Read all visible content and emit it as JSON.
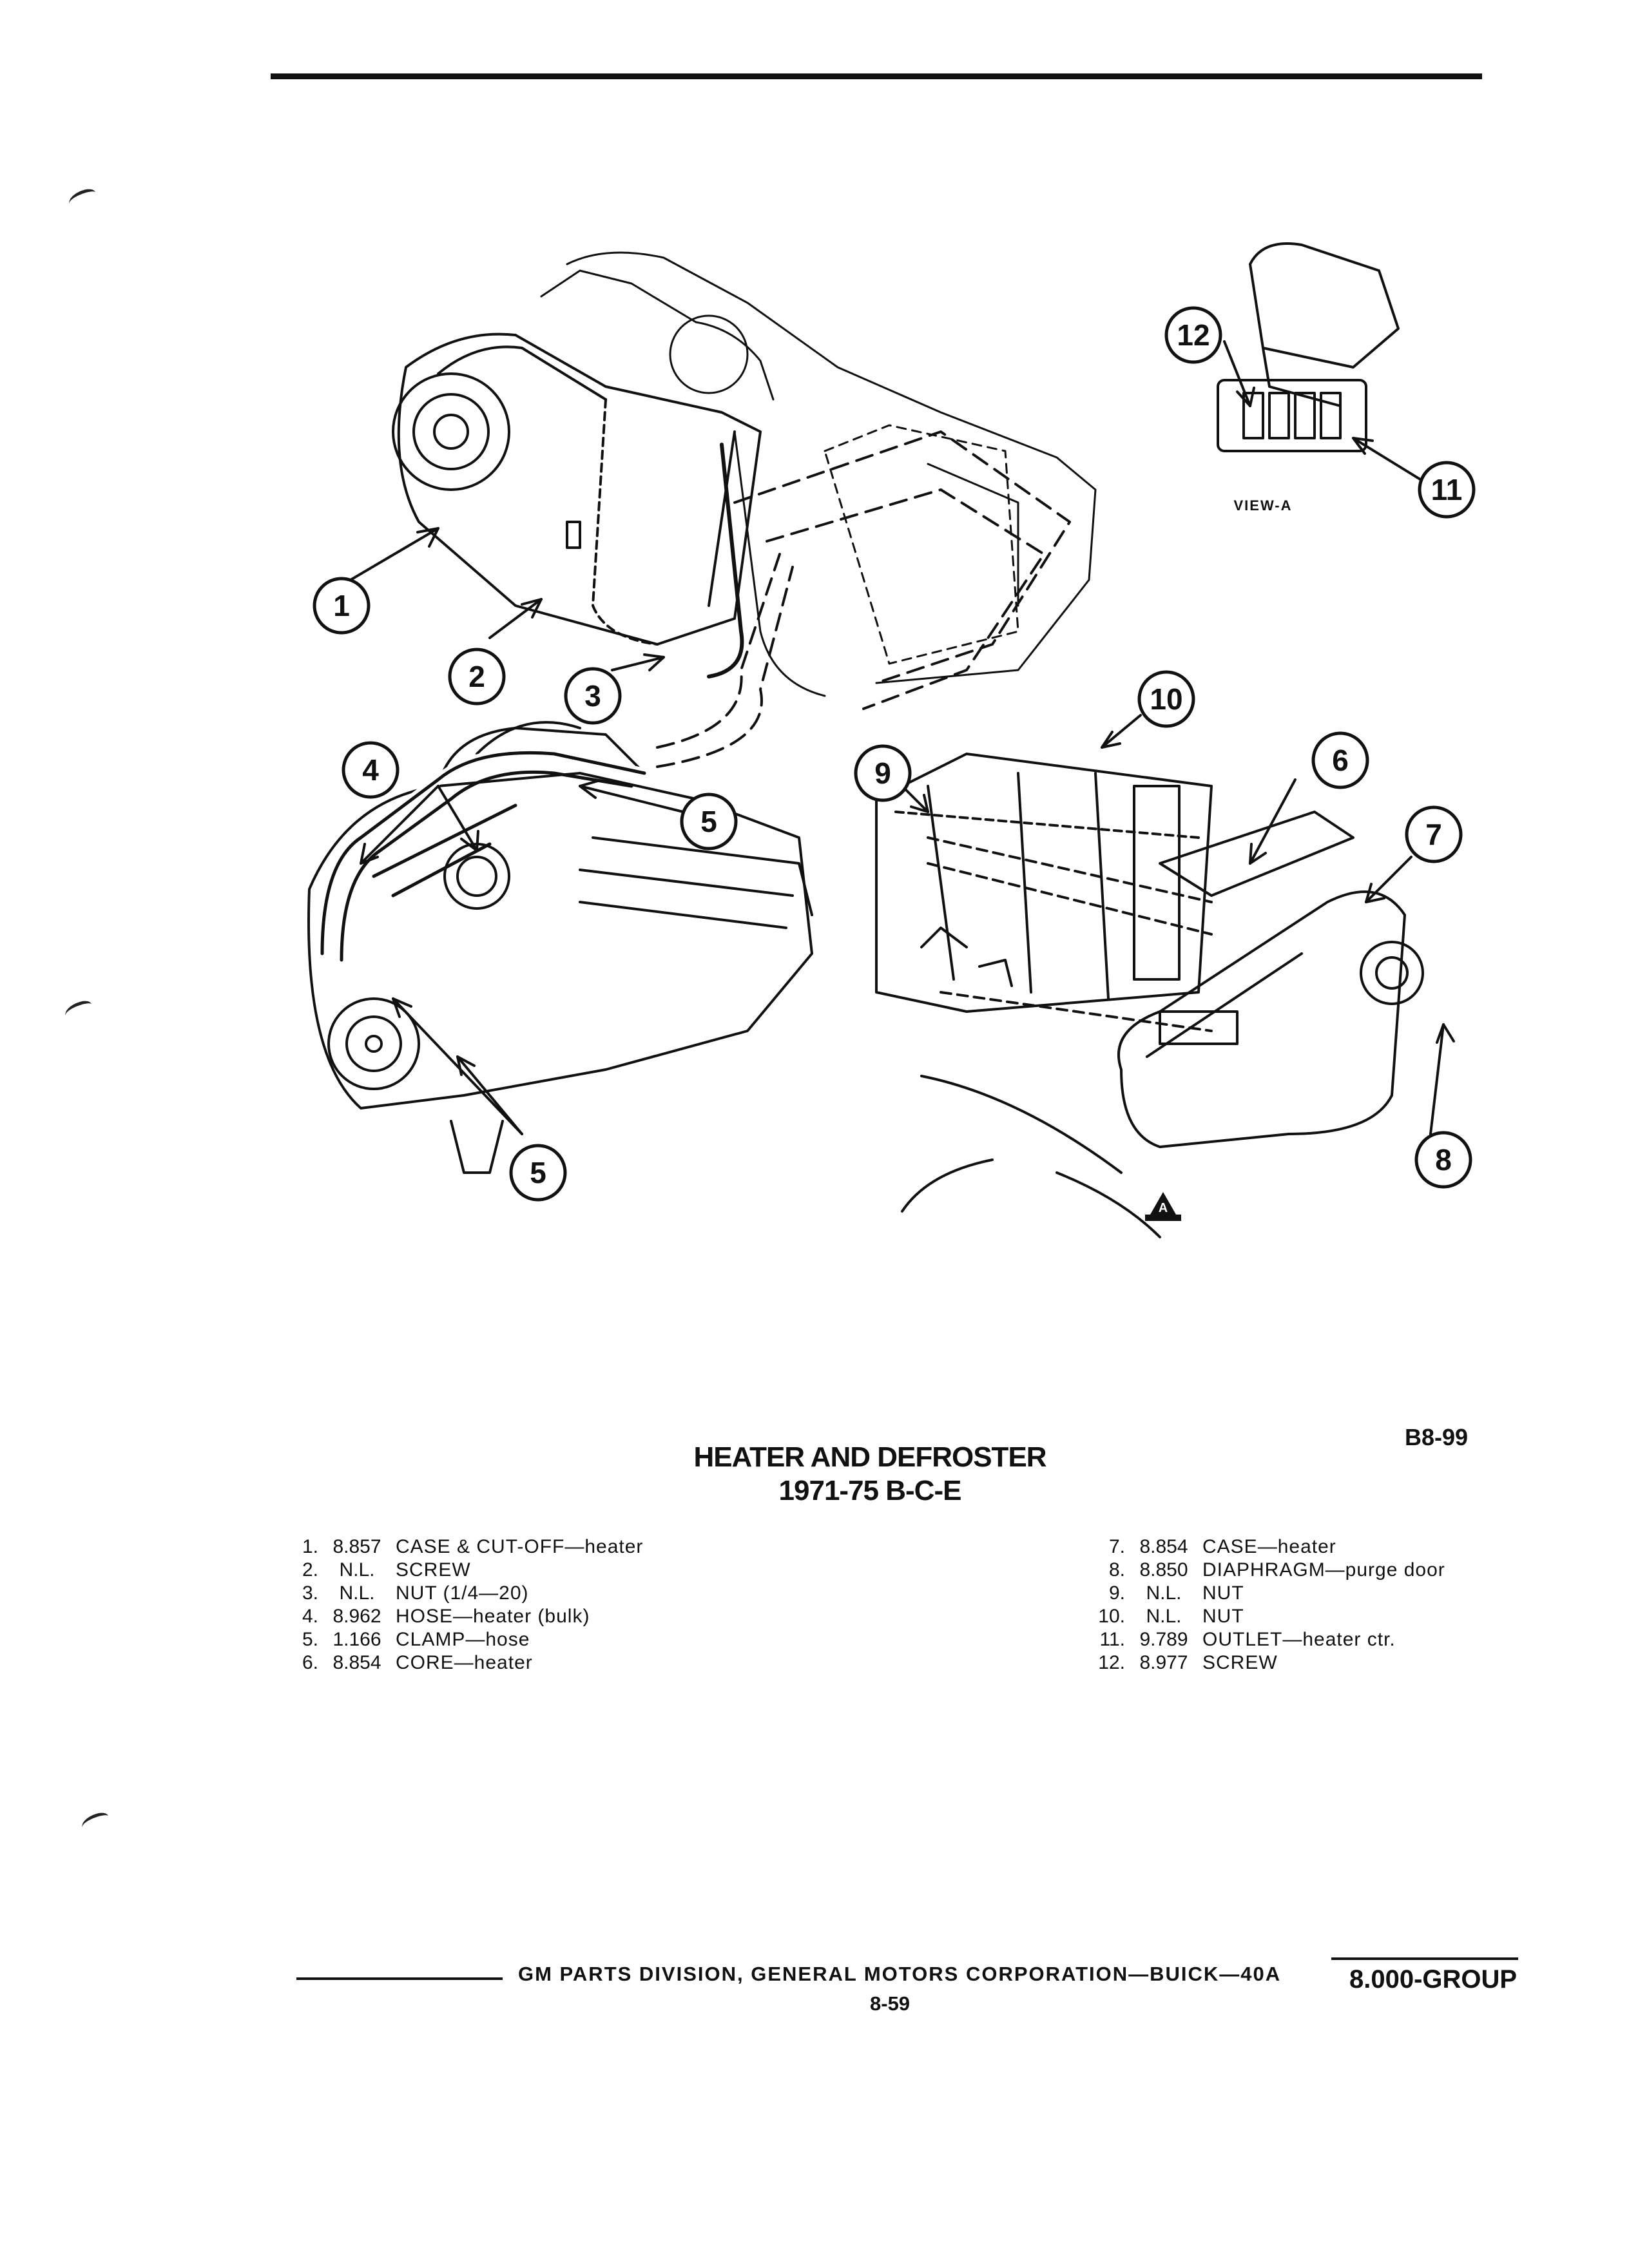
{
  "diagram": {
    "callouts": [
      "1",
      "2",
      "3",
      "4",
      "5",
      "5",
      "6",
      "7",
      "8",
      "9",
      "10",
      "11",
      "12"
    ],
    "view_label": "VIEW-A",
    "view_marker": "A"
  },
  "figure_id": "B8-99",
  "title": "HEATER AND DEFROSTER",
  "subtitle": "1971-75 B-C-E",
  "parts_left": [
    {
      "num": "1.",
      "code": "8.857",
      "desc": "CASE & CUT-OFF—heater"
    },
    {
      "num": "2.",
      "code": "N.L.",
      "desc": "SCREW"
    },
    {
      "num": "3.",
      "code": "N.L.",
      "desc": "NUT (1/4—20)"
    },
    {
      "num": "4.",
      "code": "8.962",
      "desc": "HOSE—heater (bulk)"
    },
    {
      "num": "5.",
      "code": "1.166",
      "desc": "CLAMP—hose"
    },
    {
      "num": "6.",
      "code": "8.854",
      "desc": "CORE—heater"
    }
  ],
  "parts_right": [
    {
      "num": "7.",
      "code": "8.854",
      "desc": "CASE—heater"
    },
    {
      "num": "8.",
      "code": "8.850",
      "desc": "DIAPHRAGM—purge door"
    },
    {
      "num": "9.",
      "code": "N.L.",
      "desc": "NUT"
    },
    {
      "num": "10.",
      "code": "N.L.",
      "desc": "NUT"
    },
    {
      "num": "11.",
      "code": "9.789",
      "desc": "OUTLET—heater ctr."
    },
    {
      "num": "12.",
      "code": "8.977",
      "desc": "SCREW"
    }
  ],
  "footer": {
    "text": "GM PARTS DIVISION, GENERAL MOTORS CORPORATION—BUICK—40A",
    "page": "8-59",
    "group": "8.000-GROUP"
  }
}
